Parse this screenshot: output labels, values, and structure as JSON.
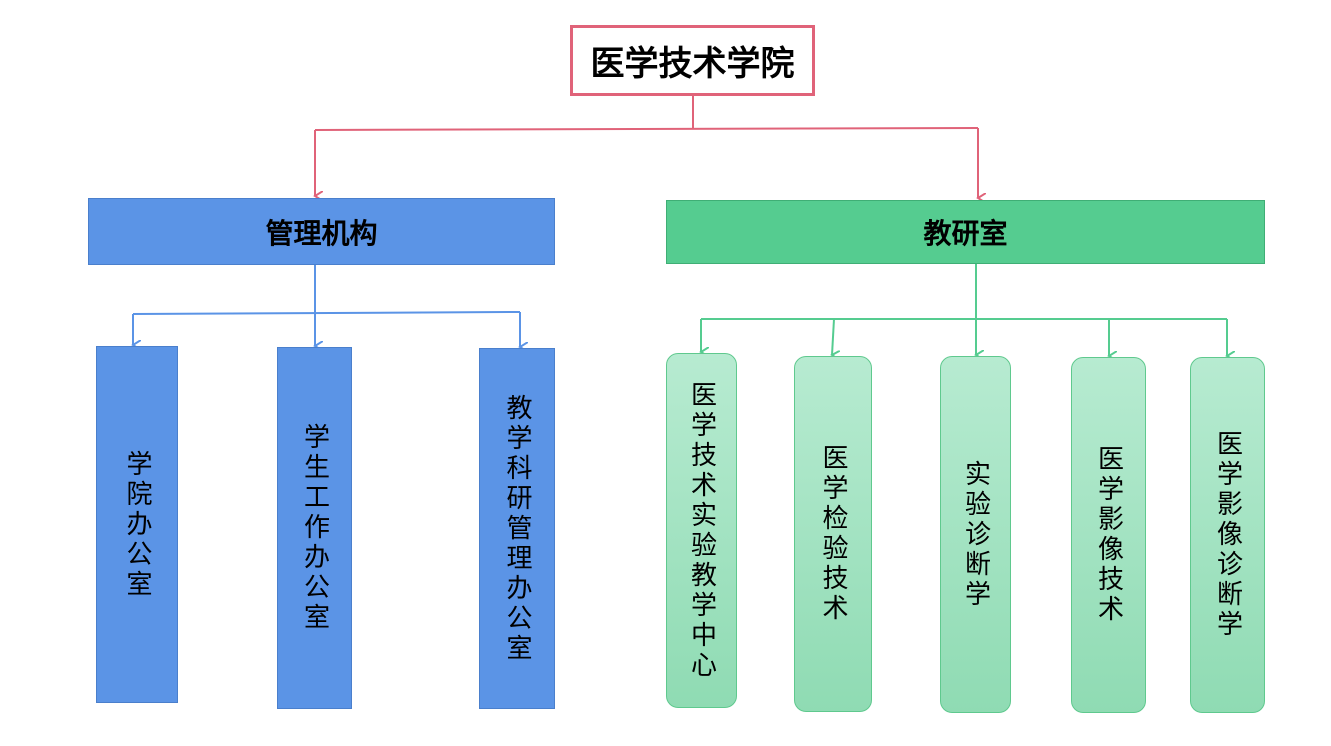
{
  "root": {
    "label": "医学技术学院"
  },
  "groups": [
    {
      "label": "管理机构",
      "color": "#5b94e6",
      "children": [
        "学院办公室",
        "学生工作办公室",
        "教学科研管理办公室"
      ]
    },
    {
      "label": "教研室",
      "color": "#55cc90",
      "children": [
        "医学技术实验教学中心",
        "医学检验技术",
        "实验诊断学",
        "医学影像技术",
        "医学影像诊断学"
      ]
    }
  ],
  "colors": {
    "root_border": "#e06379",
    "root_connector": "#e06379",
    "mgmt_connector": "#5b94e6",
    "teach_connector": "#55cc90"
  }
}
